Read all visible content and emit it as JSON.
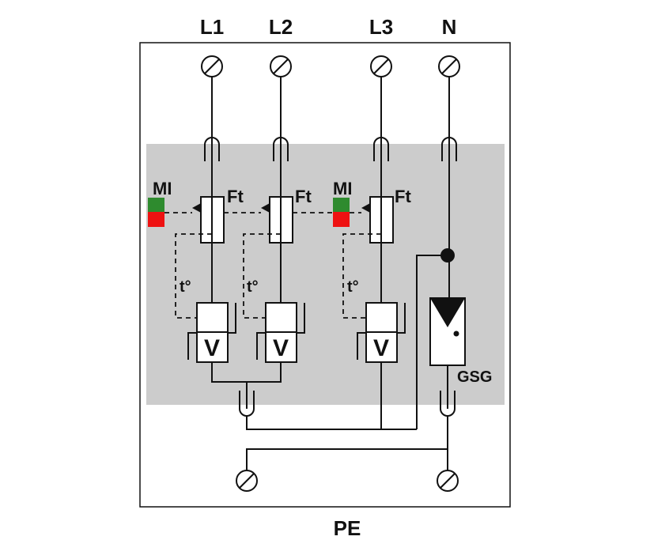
{
  "terminals_top": [
    "L1",
    "L2",
    "L3",
    "N"
  ],
  "terminal_bottom": "PE",
  "indicator_label": "MI",
  "fuse_label": "Ft",
  "thermal_label": "t°",
  "varistor_label": "V",
  "gap_label": "GSG",
  "colors": {
    "module_bg": "#cccccc",
    "indicator_ok": "#2e8b2e",
    "indicator_fault": "#ee1111",
    "line": "#111111"
  }
}
